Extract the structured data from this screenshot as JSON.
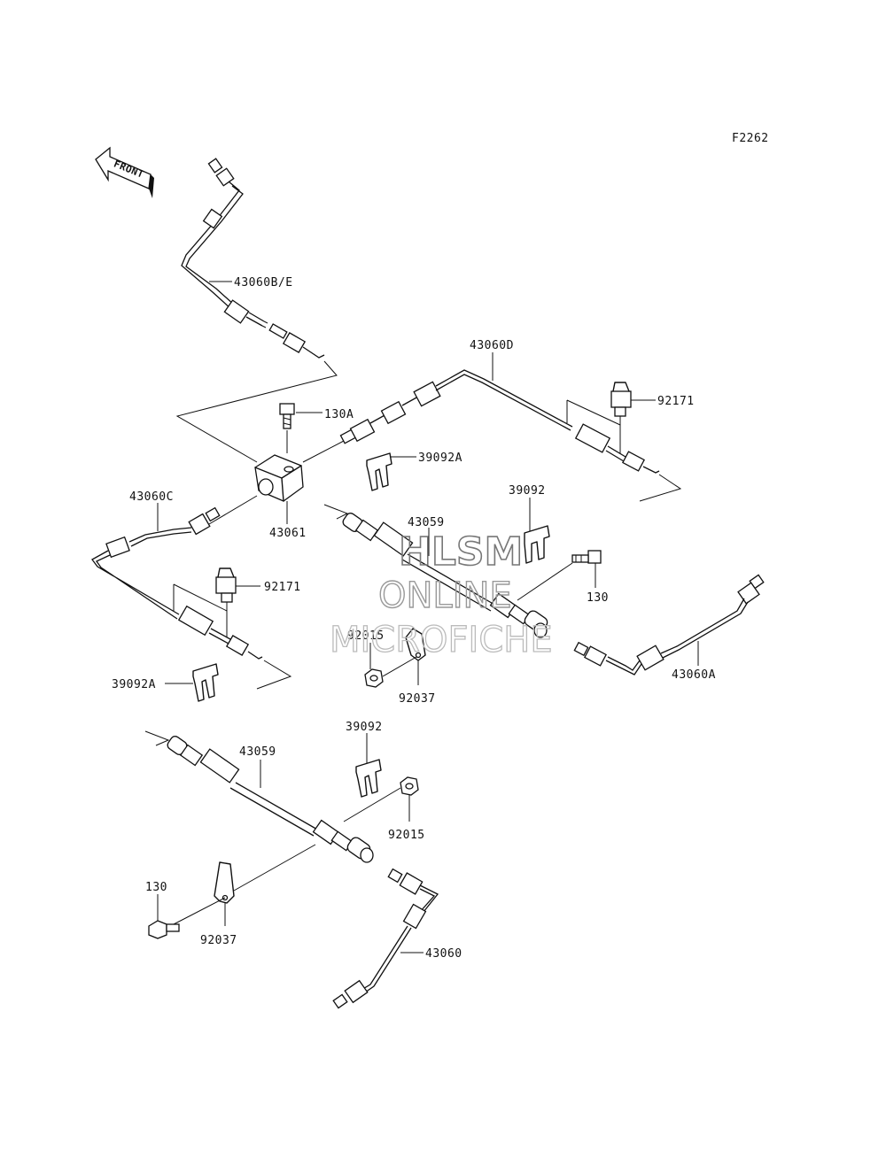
{
  "figure_code": "F2262",
  "front_arrow": {
    "label": "FRONT",
    "icon": "front-direction-arrow-icon"
  },
  "watermark": {
    "line1": "HLSM",
    "line2": "ONLINE",
    "line3": "MICROFICHE"
  },
  "parts": {
    "p43060BE": "43060B/E",
    "p43060D": "43060D",
    "p130A": "130A",
    "p92171_top": "92171",
    "p39092A_top": "39092A",
    "p39092_mid": "39092",
    "p43060C": "43060C",
    "p43061": "43061",
    "p43059_upper": "43059",
    "p92171_left": "92171",
    "p130_right": "130",
    "p92015_upper": "92015",
    "p92037_upper": "92037",
    "p43060A": "43060A",
    "p39092A_left": "39092A",
    "p39092_lower": "39092",
    "p43059_lower": "43059",
    "p92015_lower": "92015",
    "p130_lower": "130",
    "p92037_lower": "92037",
    "p43060": "43060"
  }
}
